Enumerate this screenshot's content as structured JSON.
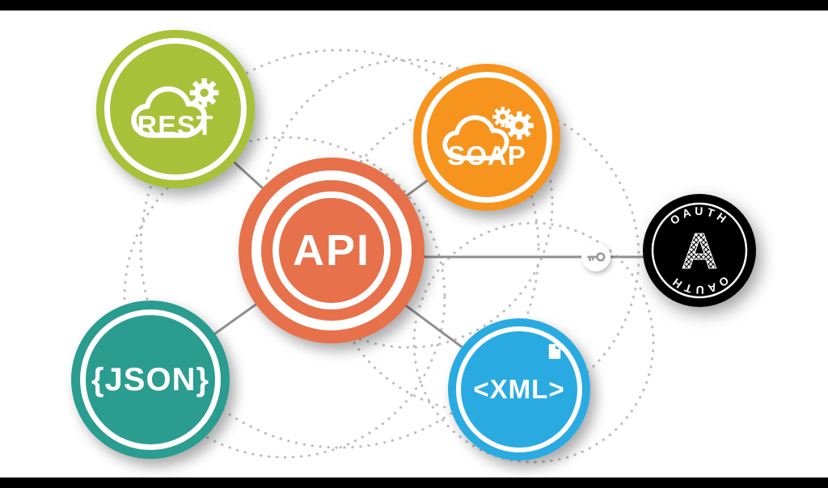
{
  "canvas": {
    "background": "#ffffff",
    "letterbox": "#000000"
  },
  "palette": {
    "api_orange": "#e7714a",
    "rest_green": "#a8c138",
    "soap_orange": "#f7941e",
    "json_teal": "#2a9c90",
    "xml_blue": "#29abe2",
    "oauth_black": "#000000",
    "connector_gray": "#8f8f8f",
    "dotted_gray": "#bdbdbd",
    "text_white": "#ffffff"
  },
  "nodes": {
    "api": {
      "label": "API"
    },
    "rest": {
      "label": "REST"
    },
    "soap": {
      "label": "SOAP"
    },
    "json": {
      "label": "{JSON}"
    },
    "xml": {
      "label": "<XML>"
    },
    "oauth": {
      "label_top": "OAUTH",
      "label_bottom": "OAUTH",
      "monogram": "A"
    }
  },
  "icons": {
    "rest": "cloud-with-gear",
    "soap": "cloud-with-two-gears",
    "xml": "folded-page",
    "api_oauth_link": "key"
  },
  "connections": [
    [
      "api",
      "rest"
    ],
    [
      "api",
      "soap"
    ],
    [
      "api",
      "json"
    ],
    [
      "api",
      "xml"
    ],
    [
      "api",
      "oauth"
    ]
  ]
}
